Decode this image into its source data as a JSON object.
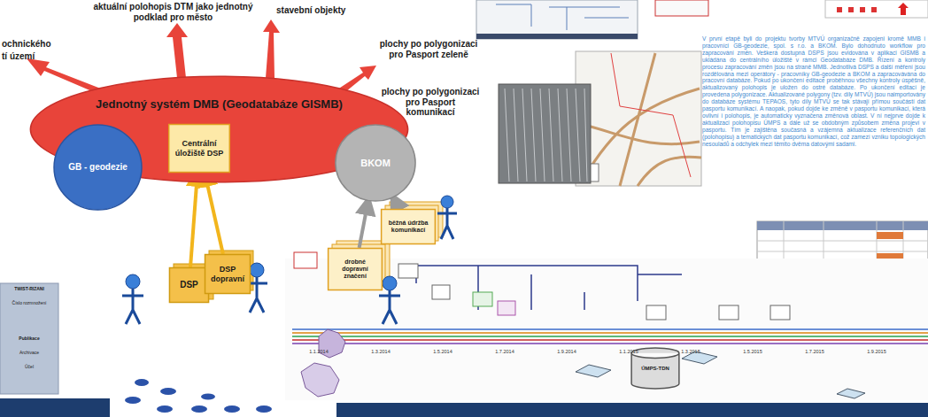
{
  "diagram": {
    "nodes": [
      {
        "text": [
          "Jednotný systém DMB (Geodatabáze GISMB)"
        ]
      },
      {
        "text": [
          "GB - geodezie"
        ]
      },
      {
        "text": [
          "Centrální úložiště DSP"
        ],
        "in": 0
      },
      {
        "text": [
          "BKOM"
        ]
      },
      {
        "text": [
          "DSP"
        ]
      },
      {
        "text": [
          "DSP dopravní"
        ]
      },
      {
        "text": [
          "běžná údržba komunikací"
        ]
      },
      {
        "text": [
          "drobné dopravní značení"
        ]
      },
      {
        "text": [
          "ÚMPS-TDN"
        ]
      }
    ],
    "edges": [
      {
        "from": 4,
        "to": 2,
        "arrow": "to"
      },
      {
        "from": 5,
        "to": 2,
        "arrow": "to"
      },
      {
        "from": 6,
        "to": 3,
        "arrow": "to"
      },
      {
        "from": 7,
        "to": 3,
        "arrow": "to"
      },
      {
        "from": 3,
        "to": 0,
        "arrow": "to"
      }
    ],
    "labels": [
      "ochnického",
      "tí území",
      "aktuální polohopis DTM jako jednotný podklad pro město",
      "stavební objekty",
      "plochy po polygonizaci pro Pasport zeleně",
      "plochy po polygonizaci pro Pasport komunikací",
      "V první etapě byli do projektu tvorby MTVÚ organizačně zapojeni kromě MMB i pracovníci GB-geodezie, spol. s r.o. a BKOM. Bylo dohodnuto workflow pro zapracování změn. Veškerá dostupná DSPS jsou evidována v aplikaci GISMB a ukládána do centrálního úložiště v rámci Geodatabáze DMB. Řízení a kontroly procesu zapracování změn jsou na straně MMB. Jednotlivá DSPS a další měření jsou rozdělována mezi operátory - pracovníky GB-geodezie a BKOM a zapracovávána do pracovní databáze. Pokud po ukončení editace proběhnou všechny kontroly úspěšně, aktualizovaný polohopis je uložen do ostré databáze. Po ukončení editací je provedena polygonizace. Aktualizované polygony (tzv. díly MTVÚ) jsou naimportovány do databáze systému TEPAOS, tyto díly MTVÚ se tak stávají přímou součástí dat pasportu komunikací. A naopak, pokud dojde ke změně v pasportu komunikací, která ovlivní i polohopis, je automaticky vyznačena změnová oblast. V ní nejprve dojde k aktualizaci polohopisu ÚMPS a dále už se obdobným způsobem změna projeví v pasportu. Tím je zajištěna současná a vzájemná aktualizace referenčních dat (polohopisu) a tematických dat pasportu komunikací, což zamezí vzniku topologických nesouladů a odchylek mezi těmito dvěma datovými sadami.",
      "TWIST-RIZANI",
      "Číslo rozmnožení",
      "Publikace",
      "Archivace",
      "Účel",
      "1.1.2014",
      "1.3.2014",
      "1.5.2014",
      "1.7.2014",
      "1.9.2014",
      "1.1.2015",
      "1.3.2015",
      "1.5.2015",
      "1.7.2015",
      "1.9.2015"
    ]
  }
}
